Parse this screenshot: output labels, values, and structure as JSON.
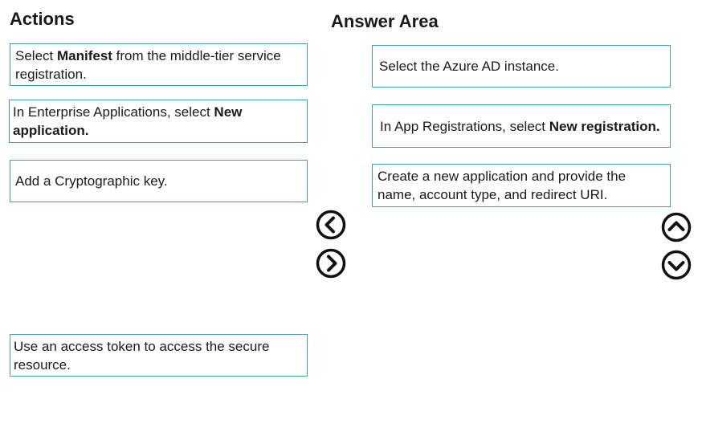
{
  "headings": {
    "actions": "Actions",
    "answer": "Answer Area"
  },
  "actions": [
    {
      "pre": "Select ",
      "bold": "Manifest",
      "post": " from the middle-tier service registration."
    },
    {
      "pre": "In Enterprise Applications, select ",
      "bold": "New application.",
      "post": ""
    },
    {
      "pre": "Add a Cryptographic key.",
      "bold": "",
      "post": ""
    },
    {
      "pre": "Use an access token to access the secure resource.",
      "bold": "",
      "post": ""
    }
  ],
  "answers": [
    {
      "pre": "Select the Azure AD instance.",
      "bold": "",
      "post": ""
    },
    {
      "pre": "In App Registrations, select ",
      "bold": "New registration.",
      "post": ""
    },
    {
      "pre": "Create a new application and provide the name, account type, and redirect URI.",
      "bold": "",
      "post": ""
    }
  ],
  "icons": {
    "move_left": "chevron-left-circle",
    "move_right": "chevron-right-circle",
    "move_up": "chevron-up-circle",
    "move_down": "chevron-down-circle"
  },
  "colors": {
    "card_border": "#4a9bb0",
    "text": "#1a1a1a",
    "icon": "#111111"
  }
}
